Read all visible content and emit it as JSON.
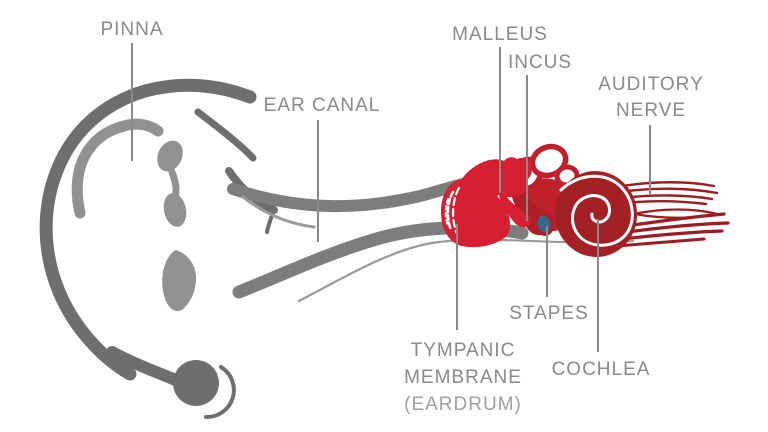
{
  "labels": {
    "pinna": "PINNA",
    "ear_canal": "EAR CANAL",
    "malleus": "MALLEUS",
    "incus": "INCUS",
    "auditory_nerve_line1": "AUDITORY",
    "auditory_nerve_line2": "NERVE",
    "tympanic_line1": "TYMPANIC",
    "tympanic_line2": "MEMBRANE",
    "tympanic_line3": "(EARDRUM)",
    "stapes": "STAPES",
    "cochlea": "COCHLEA"
  },
  "colors": {
    "dark_gray": "#6e6e6e",
    "mid_gray": "#919191",
    "band_gray": "#7d7d7d",
    "thin_gray": "#9a9a9a",
    "leader_gray": "#8a8a8a",
    "label_gray": "#87898c",
    "label_light_gray": "#9ca0a3",
    "bright_red": "#d62031",
    "mid_red": "#b01f28",
    "canal_red": "#bf202b",
    "cochlea_red": "#a32025",
    "nerve_red": "#9c1c22",
    "stapes_blue": "#35688c",
    "background": "#ffffff"
  }
}
